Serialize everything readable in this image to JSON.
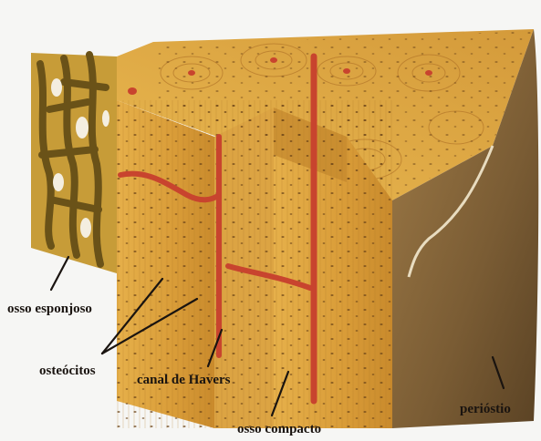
{
  "labels": {
    "spongy_bone": "osso esponjoso",
    "osteocytes": "osteócitos",
    "haversian_canal": "canal de Havers",
    "compact_bone": "osso compacto",
    "periosteum": "perióstio"
  },
  "colors": {
    "bone_light": "#e8b54a",
    "bone_mid": "#d89c36",
    "bone_dark": "#b87a22",
    "vessel": "#c8442e",
    "periosteum": "#8a6a3e",
    "periosteum_dark": "#5e4526",
    "spongy": "#a88428",
    "background": "#f6f6f4"
  }
}
